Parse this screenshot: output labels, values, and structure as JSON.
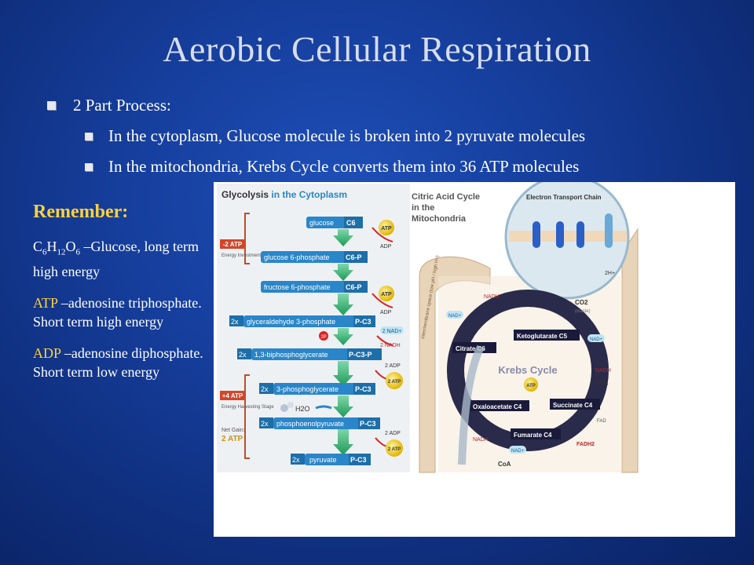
{
  "slide": {
    "title": "Aerobic Cellular Respiration",
    "bullet_main": "2 Part Process:",
    "sub_bullets": [
      "In the cytoplasm, Glucose molecule is broken into 2 pyruvate molecules",
      "In the mitochondria, Krebs Cycle converts them into 36 ATP molecules"
    ]
  },
  "remember": {
    "heading": "Remember:",
    "glucose_def": "–Glucose, long term high energy",
    "atp_term": "ATP",
    "atp_def": " –adenosine triphosphate. Short term high energy",
    "adp_term": "ADP",
    "adp_def": " –adenosine diphosphate. Short term low energy"
  },
  "diagram": {
    "glycolysis_title": "Glycolysis",
    "glycolysis_sub": " in the Cytoplasm",
    "steps": [
      {
        "label": "glucose",
        "sym": "C6"
      },
      {
        "label": "glucose 6-phosphate",
        "sym": "C6-P"
      },
      {
        "label": "fructose 6-phosphate",
        "sym": "C6-P"
      },
      {
        "label": "glyceraldehyde 3-phosphate",
        "sym": "P-C3"
      },
      {
        "label": "1,3-biphosphoglycerate",
        "sym": "P-C3-P"
      },
      {
        "label": "3-phosphoglycerate",
        "sym": "P-C3"
      },
      {
        "label": "phosphoenolpyruvate",
        "sym": "P-C3"
      },
      {
        "label": "pyruvate",
        "sym": "P-C3"
      }
    ],
    "two_x": "2x",
    "minus_atp": "-2 ATP",
    "energy_investment": "Energy Investment Stage",
    "plus_atp": "+4 ATP",
    "energy_harvesting": "Energy Harvesting Stage",
    "net_gain": "Net Gain:",
    "net_gain_val": "2 ATP",
    "atp": "ATP",
    "adp": "ADP",
    "two_nad": "2 NAD+",
    "two_nadh": "2 NADH",
    "two_p": "2P",
    "two_adp": "2 ADP",
    "two_atp": "2 ATP",
    "h2o": "H2O",
    "citric_title": "Citric Acid Cycle in the Mitochondria",
    "etc_title": "Electron Transport Chain",
    "krebs": "Krebs Cycle",
    "citrate": "Citrate C6",
    "ketoglutarate": "Ketoglutarate C5",
    "oxaloacetate": "Oxaloacetate C4",
    "succinate": "Succinate C4",
    "fumarate": "Fumarate C4",
    "nadh": "NADH",
    "nad": "NAD+",
    "co2": "CO2",
    "co2_waste": "(waste)",
    "fad": "FAD",
    "fadh2": "FADH2",
    "coa": "CoA",
    "intermembrane": "intermembrane space (low pH / high H+)"
  }
}
